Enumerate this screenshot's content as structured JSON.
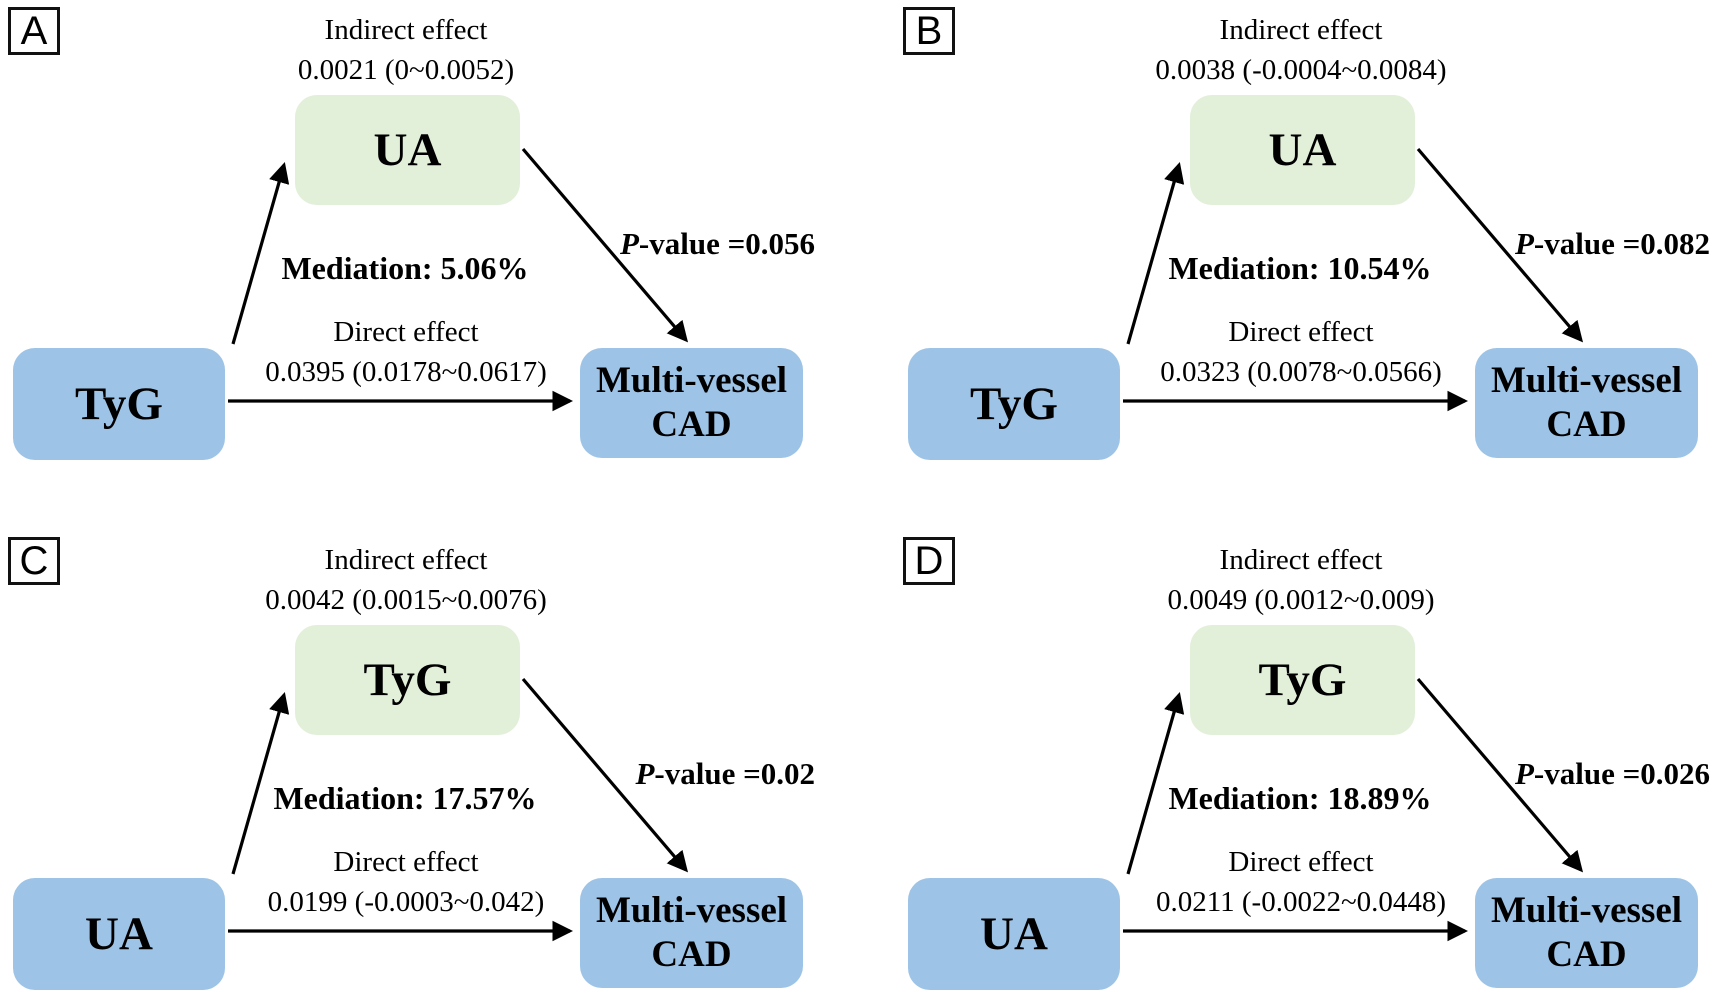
{
  "colors": {
    "node_box": "#9dc3e6",
    "mediator_box": "#e2efd9",
    "arrow": "#000000",
    "panel_border": "#111111",
    "text": "#000000",
    "background": "#ffffff"
  },
  "panels": [
    {
      "label": "A",
      "indirect": {
        "title": "Indirect effect",
        "value": "0.0021 (0~0.0052)"
      },
      "mediator": "UA",
      "exposure": "TyG",
      "outcome": {
        "line1": "Multi-vessel",
        "line2": "CAD"
      },
      "p_value": {
        "italic": "P",
        "text": "-value =0.056"
      },
      "mediation": "Mediation: 5.06%",
      "direct": {
        "title": "Direct effect",
        "value": "0.0395 (0.0178~0.0617)"
      }
    },
    {
      "label": "B",
      "indirect": {
        "title": "Indirect effect",
        "value": "0.0038 (-0.0004~0.0084)"
      },
      "mediator": "UA",
      "exposure": "TyG",
      "outcome": {
        "line1": "Multi-vessel",
        "line2": "CAD"
      },
      "p_value": {
        "italic": "P",
        "text": "-value =0.082"
      },
      "mediation": "Mediation: 10.54%",
      "direct": {
        "title": "Direct effect",
        "value": "0.0323 (0.0078~0.0566)"
      }
    },
    {
      "label": "C",
      "indirect": {
        "title": "Indirect effect",
        "value": "0.0042 (0.0015~0.0076)"
      },
      "mediator": "TyG",
      "exposure": "UA",
      "outcome": {
        "line1": "Multi-vessel",
        "line2": "CAD"
      },
      "p_value": {
        "italic": "P",
        "text": "-value =0.02"
      },
      "mediation": "Mediation: 17.57%",
      "direct": {
        "title": "Direct effect",
        "value": "0.0199 (-0.0003~0.042)"
      }
    },
    {
      "label": "D",
      "indirect": {
        "title": "Indirect effect",
        "value": "0.0049 (0.0012~0.009)"
      },
      "mediator": "TyG",
      "exposure": "UA",
      "outcome": {
        "line1": "Multi-vessel",
        "line2": "CAD"
      },
      "p_value": {
        "italic": "P",
        "text": "-value =0.026"
      },
      "mediation": "Mediation: 18.89%",
      "direct": {
        "title": "Direct effect",
        "value": "0.0211 (-0.0022~0.0448)"
      }
    }
  ]
}
